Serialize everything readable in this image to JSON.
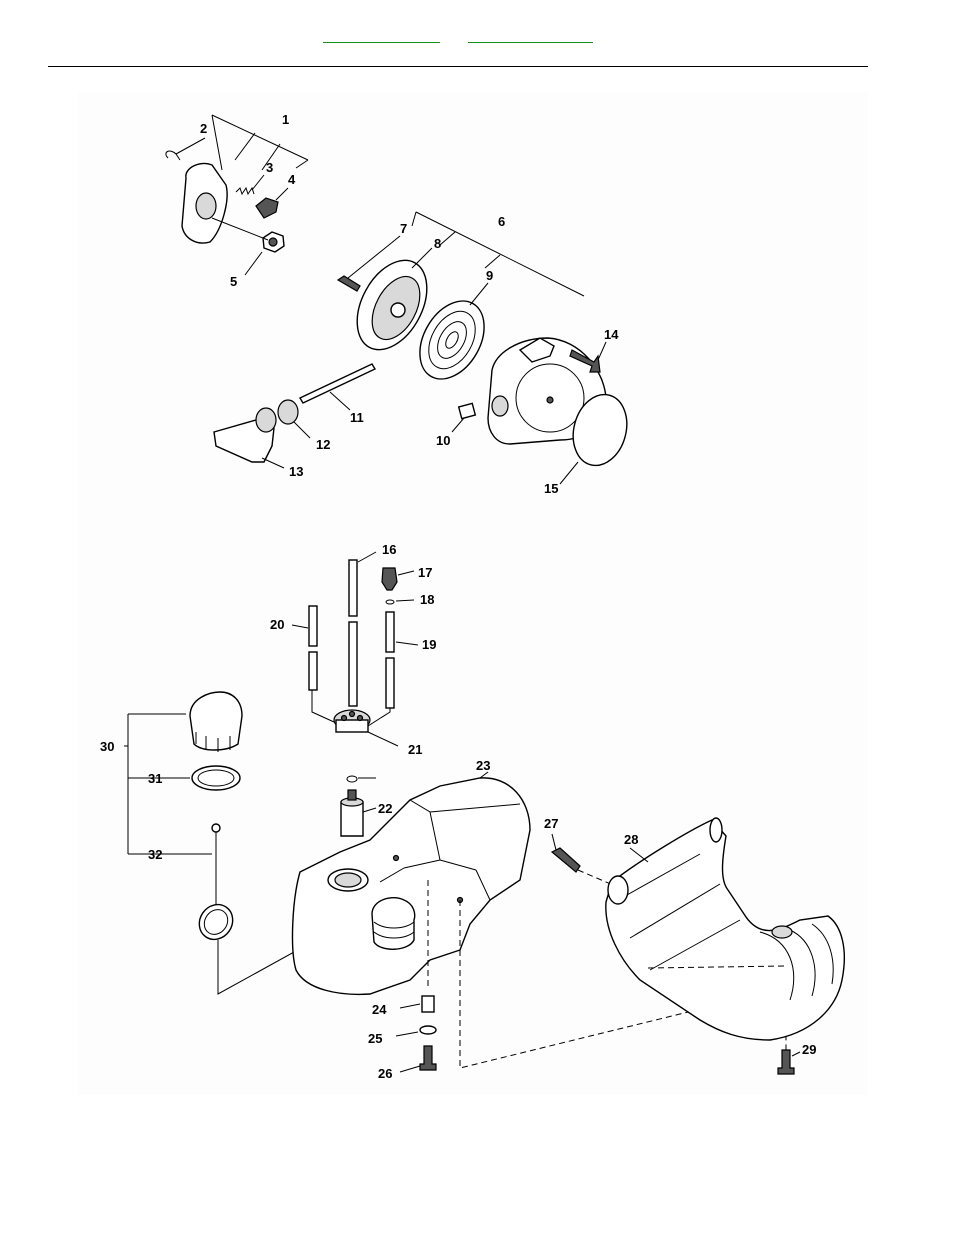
{
  "header": {
    "link_left": "",
    "link_right": ""
  },
  "callouts": {
    "c1": "1",
    "c2": "2",
    "c3": "3",
    "c4": "4",
    "c5": "5",
    "c6": "6",
    "c7": "7",
    "c8": "8",
    "c9": "9",
    "c10": "10",
    "c11": "11",
    "c12": "12",
    "c13": "13",
    "c14": "14",
    "c15": "15",
    "c16": "16",
    "c17": "17",
    "c18a": "18",
    "c18b": "18",
    "c19": "19",
    "c20": "20",
    "c21": "21",
    "c22": "22",
    "c23": "23",
    "c24": "24",
    "c25": "25",
    "c26": "26",
    "c27": "27",
    "c28": "28",
    "c29": "29",
    "c30": "30",
    "c31": "31",
    "c32": "32"
  }
}
